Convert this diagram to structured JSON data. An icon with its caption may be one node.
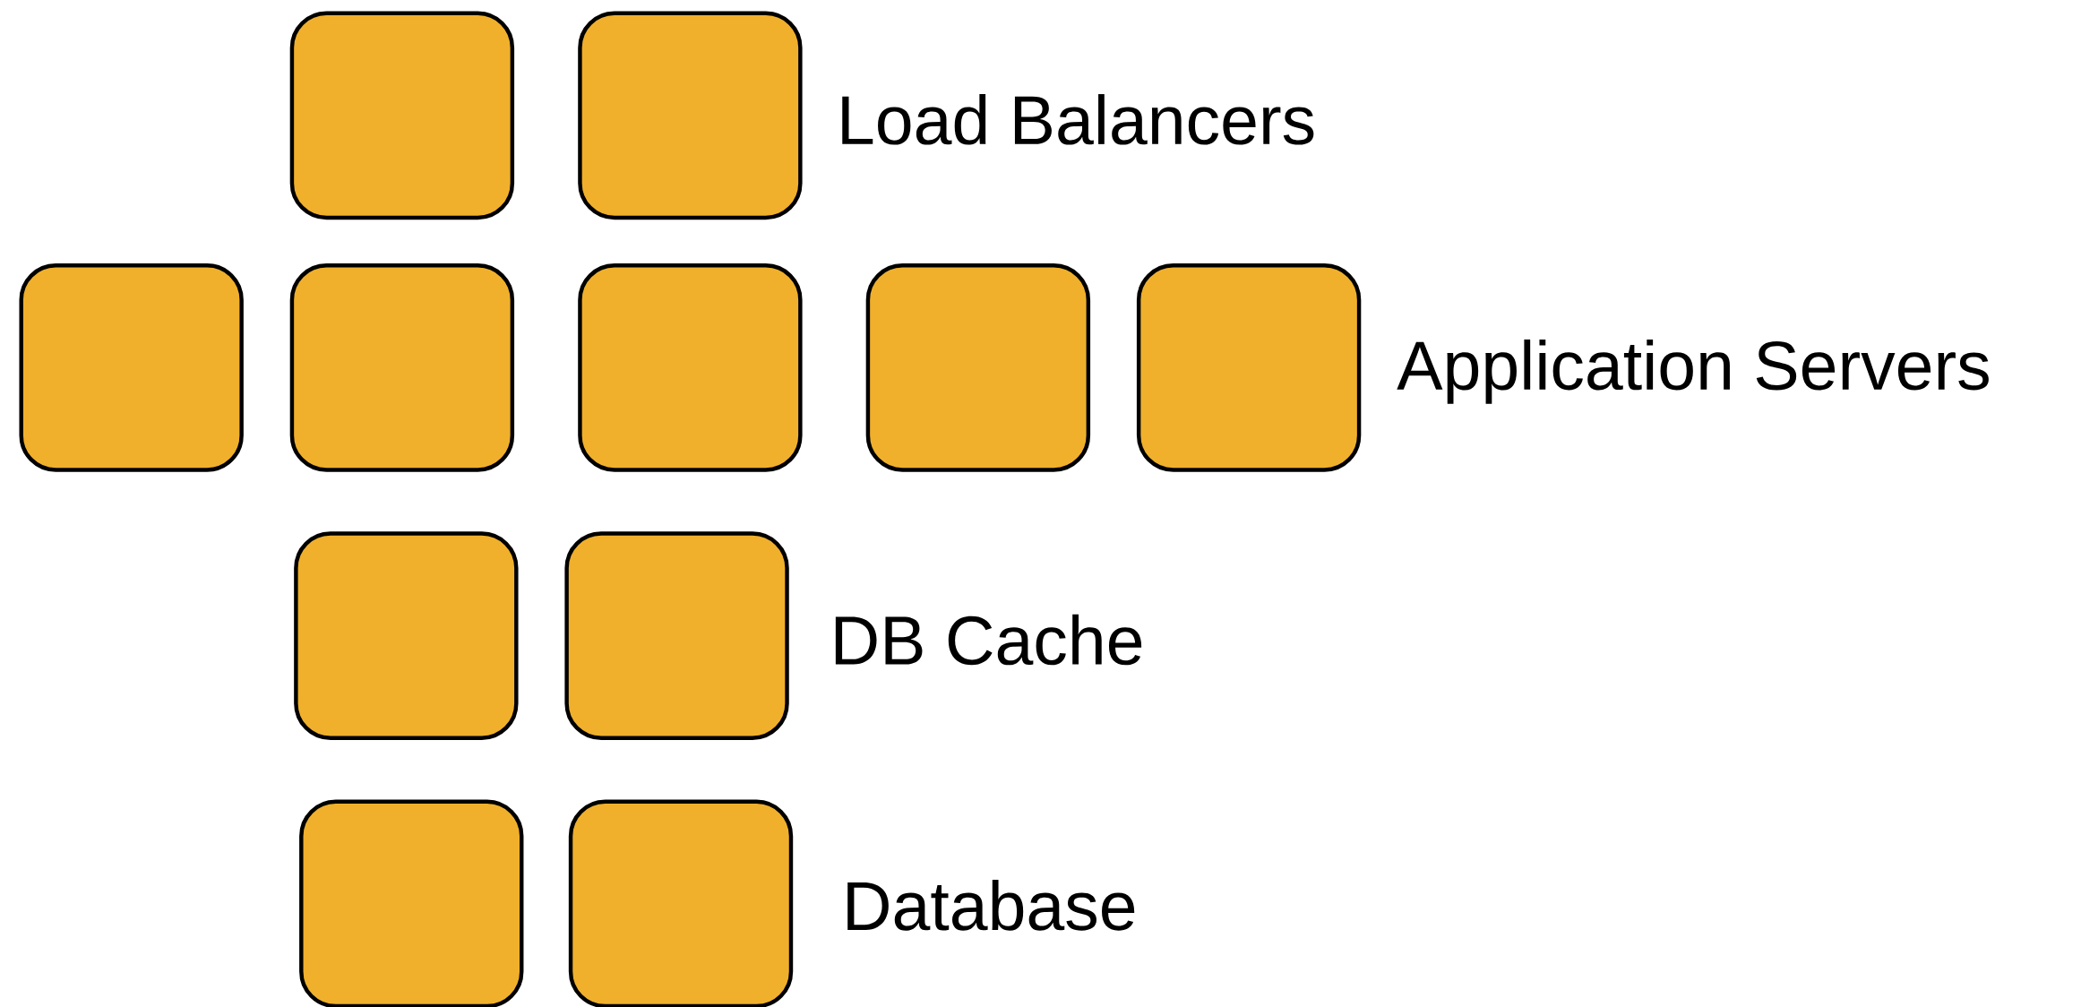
{
  "diagram": {
    "nodes": [
      {
        "text": [],
        "shape": "box"
      },
      {
        "text": [],
        "shape": "box"
      },
      {
        "text": [],
        "shape": "box"
      },
      {
        "text": [],
        "shape": "box"
      },
      {
        "text": [],
        "shape": "box"
      },
      {
        "text": [],
        "shape": "box"
      },
      {
        "text": [],
        "shape": "box"
      },
      {
        "text": [],
        "shape": "box"
      },
      {
        "text": [],
        "shape": "box"
      },
      {
        "text": [],
        "shape": "box"
      },
      {
        "text": [],
        "shape": "box"
      }
    ],
    "labels": [
      "Load Balancers",
      "Application Servers",
      "DB Cache",
      "Database"
    ]
  }
}
